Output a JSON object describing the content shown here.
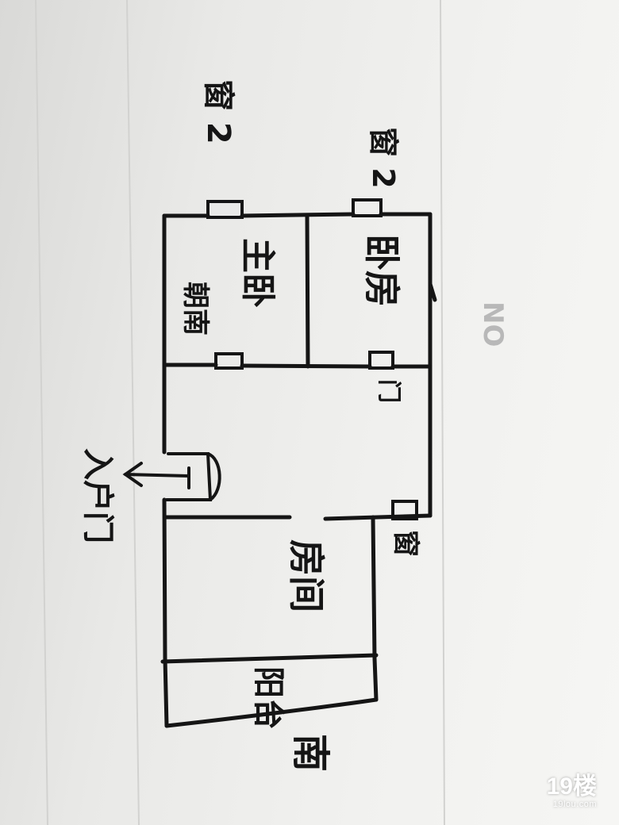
{
  "floor_plan": {
    "labels": {
      "window_top_left": "窗 2",
      "window_top_right": "窗 2",
      "bedroom_1": "主卧",
      "bedroom_1_b": "朝南",
      "bedroom_2": "卧房",
      "door": "门",
      "entrance": "入户门",
      "window_right": "窗",
      "kitchen": "房间",
      "balcony": "阳台",
      "south": "南"
    },
    "bleed_through": [
      "NO"
    ],
    "watermark": {
      "logo": "19楼",
      "site": "19lou.com"
    },
    "colors": {
      "ink": "#151515",
      "paper": "#efefed"
    }
  }
}
